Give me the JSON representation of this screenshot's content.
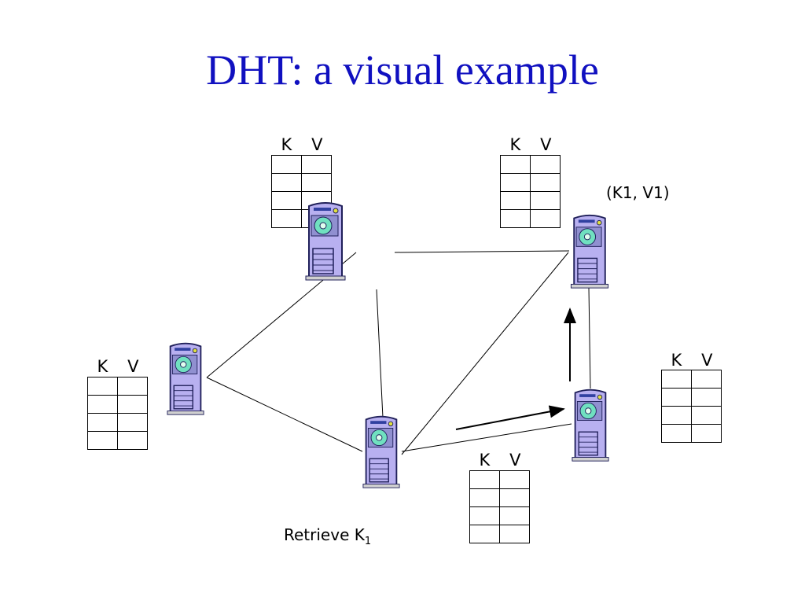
{
  "title": "DHT: a visual example",
  "kv_header": {
    "key": "K",
    "value": "V"
  },
  "pair_label": "(K1, V1)",
  "retrieve_label": "Retrieve K",
  "retrieve_subscript": "1",
  "colors": {
    "title": "#1010c0",
    "server_body": "#b8b0f0",
    "server_outline": "#20205a",
    "disk": "#70e0c0"
  },
  "icons": [
    "server-icon"
  ]
}
